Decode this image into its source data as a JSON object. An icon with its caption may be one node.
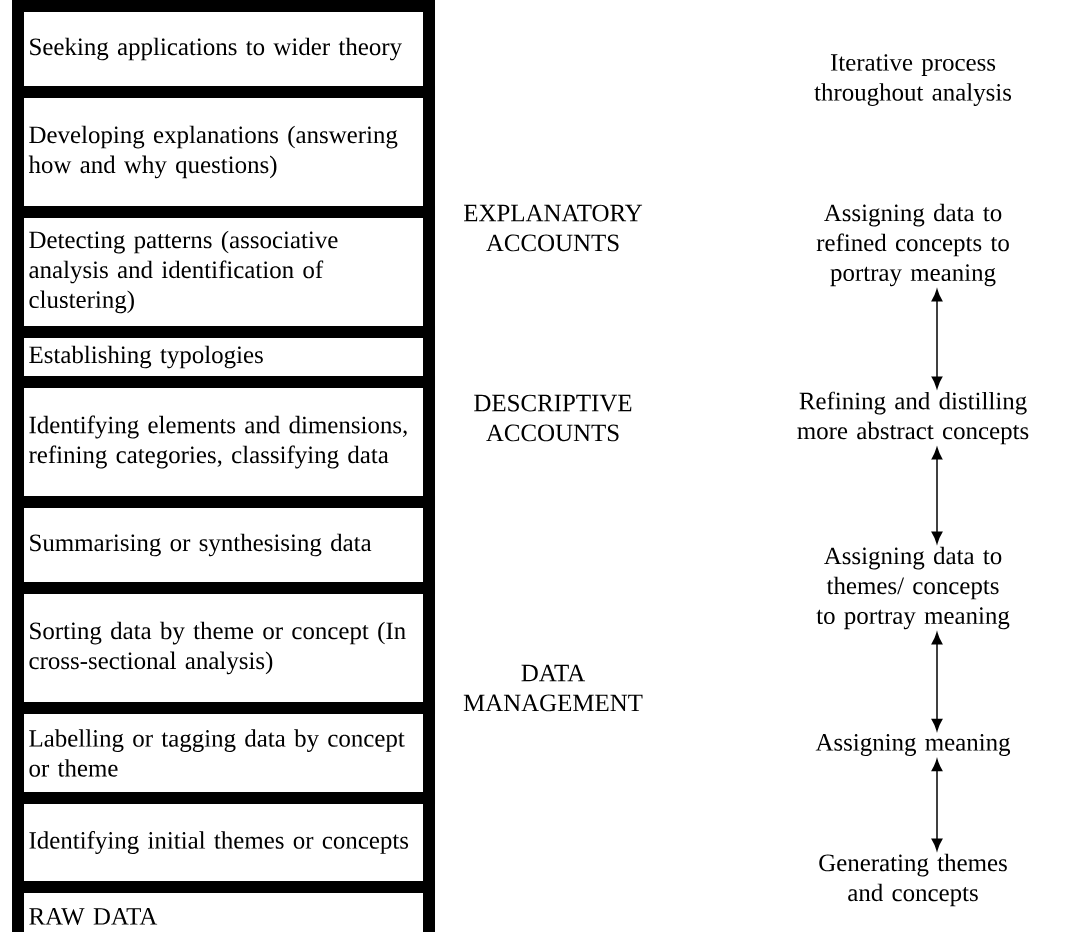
{
  "diagram": {
    "nodes": [
      {
        "text": [
          "Seeking applications to wider theory"
        ]
      },
      {
        "text": [
          "Developing explanations (answering how and why questions)"
        ]
      },
      {
        "text": [
          "Detecting patterns (associative analysis and identification of clustering)"
        ]
      },
      {
        "text": [
          "Establishing typologies"
        ]
      },
      {
        "text": [
          "Identifying elements and dimensions, refining categories, classifying data"
        ]
      },
      {
        "text": [
          "Summarising or synthesising data"
        ]
      },
      {
        "text": [
          "Sorting data by theme or concept (In cross-sectional analysis)"
        ]
      },
      {
        "text": [
          "Labelling or tagging data by concept or theme"
        ]
      },
      {
        "text": [
          "Identifying initial themes or concepts"
        ]
      },
      {
        "text": [
          "RAW DATA"
        ]
      },
      {
        "text": [
          "Assigning data to refined concepts to portray meaning"
        ]
      },
      {
        "text": [
          "Refining and distilling more abstract concepts"
        ]
      },
      {
        "text": [
          "Assigning data to themes/ concepts to portray meaning"
        ]
      },
      {
        "text": [
          "Assigning meaning"
        ]
      },
      {
        "text": [
          "Generating themes and concepts"
        ]
      }
    ],
    "edges": [
      {
        "from": 10,
        "to": 11,
        "arrow": "both"
      },
      {
        "from": 11,
        "to": 12,
        "arrow": "both"
      },
      {
        "from": 12,
        "to": 13,
        "arrow": "both"
      },
      {
        "from": 13,
        "to": 14,
        "arrow": "both"
      }
    ],
    "labels": [
      "Iterative process throughout analysis",
      "EXPLANATORY ACCOUNTS",
      "DESCRIPTIVE ACCOUNTS",
      "DATA MANAGEMENT"
    ]
  }
}
